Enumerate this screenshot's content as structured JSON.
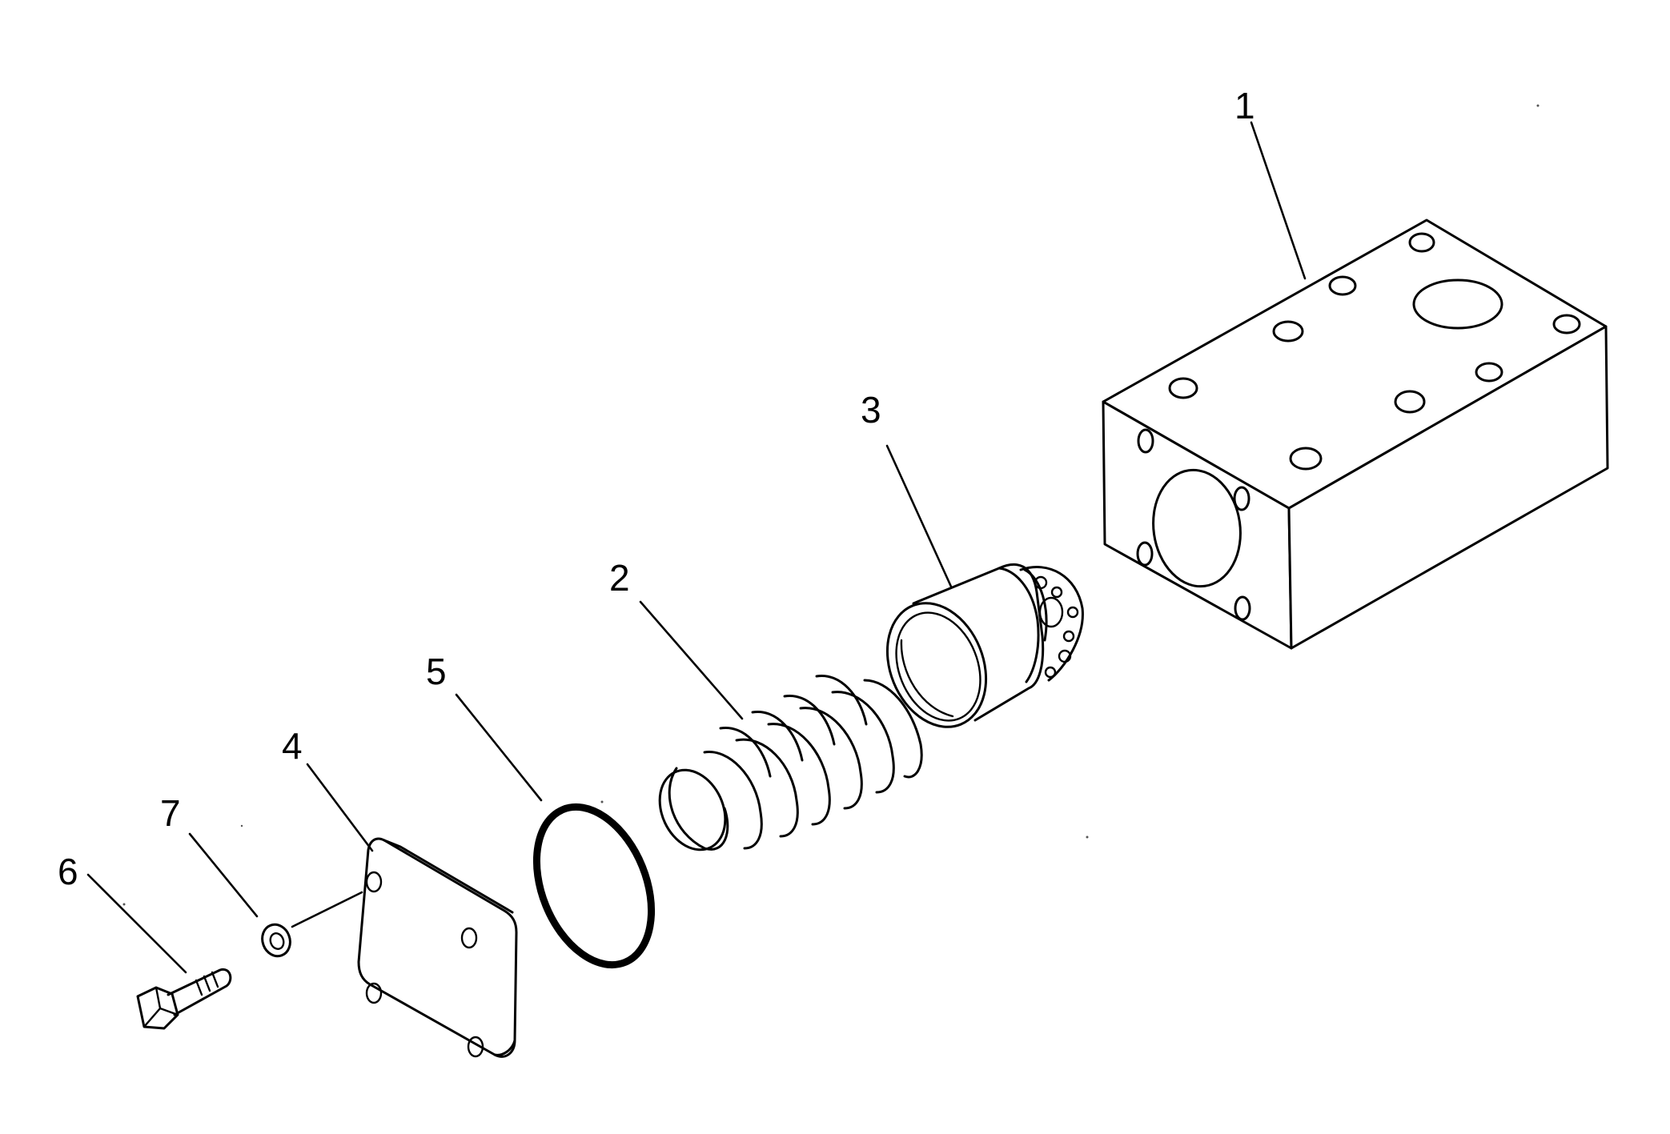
{
  "callouts": [
    {
      "id": "1",
      "label": "1"
    },
    {
      "id": "2",
      "label": "2"
    },
    {
      "id": "3",
      "label": "3"
    },
    {
      "id": "4",
      "label": "4"
    },
    {
      "id": "5",
      "label": "5"
    },
    {
      "id": "6",
      "label": "6"
    },
    {
      "id": "7",
      "label": "7"
    }
  ],
  "colors": {
    "background": "#ffffff",
    "ink": "#000000"
  }
}
